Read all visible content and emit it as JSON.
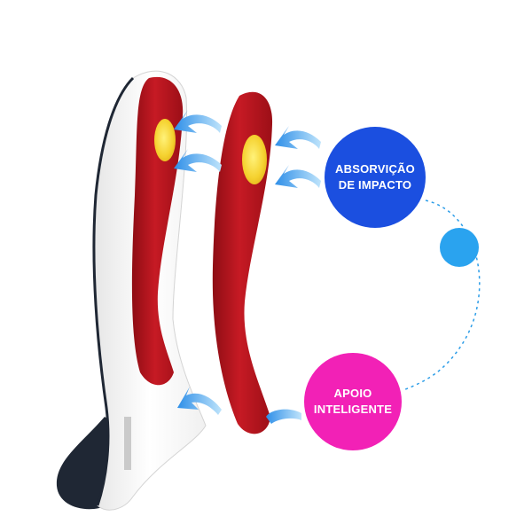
{
  "badges": {
    "impact": {
      "line1": "ABSORVIÇÃO",
      "line2": "DE IMPACTO",
      "color": "#1b4fe0"
    },
    "support": {
      "line1": "APOIO",
      "line2": "INTELIGENTE",
      "color": "#f221b6"
    }
  },
  "colors": {
    "insole_red": "#b8121d",
    "heel_pad_yellow": "#f5d230",
    "arrow_blue": "#3aa8f0",
    "connector_blue": "#2c9de8",
    "dot_blue": "#2aa3ef",
    "fabric_navy": "#1f2734"
  }
}
